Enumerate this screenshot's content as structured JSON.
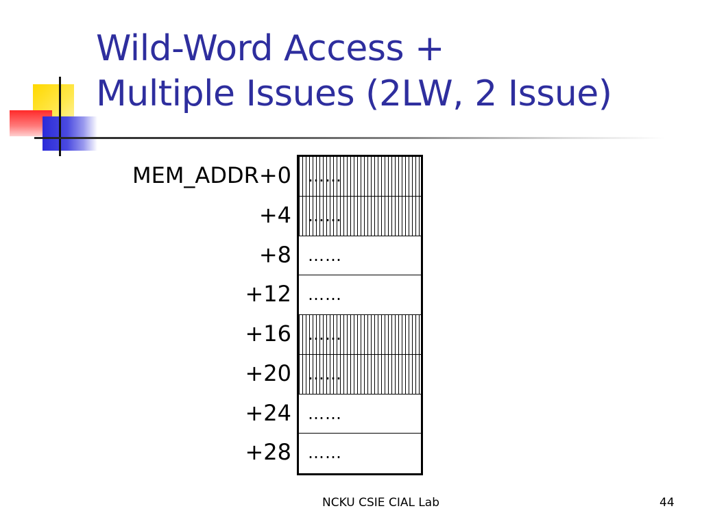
{
  "title": {
    "line1": "Wild-Word Access +",
    "line2": "Multiple Issues (2LW, 2 Issue)"
  },
  "colors": {
    "title": "#2e2e9e",
    "deco_yellow": "#ffd800",
    "deco_red": "#ff2a2a",
    "deco_blue": "#2b2bd9"
  },
  "memory": {
    "rows": [
      {
        "label": "MEM_ADDR+0",
        "value": "……",
        "shaded": true
      },
      {
        "label": "+4",
        "value": "……",
        "shaded": true
      },
      {
        "label": "+8",
        "value": "……",
        "shaded": false
      },
      {
        "label": "+12",
        "value": "……",
        "shaded": false
      },
      {
        "label": "+16",
        "value": "……",
        "shaded": true
      },
      {
        "label": "+20",
        "value": "……",
        "shaded": true
      },
      {
        "label": "+24",
        "value": "……",
        "shaded": false
      },
      {
        "label": "+28",
        "value": "……",
        "shaded": false
      }
    ]
  },
  "footer": {
    "text": "NCKU CSIE CIAL Lab",
    "page": "44"
  }
}
